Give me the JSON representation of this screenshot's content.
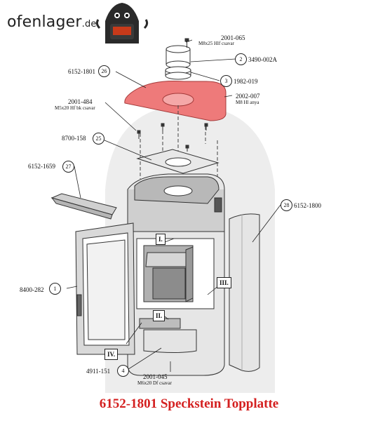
{
  "brand": {
    "name": "ofenlager",
    "domain": ".de"
  },
  "caption": "6152-1801 Speckstein Topplatte",
  "accent_color": "#ee7a7a",
  "parts": {
    "p2001_065": {
      "code": "2001-065",
      "desc": "M8x25 Hlf csavar"
    },
    "p3490": {
      "num": "2",
      "code": "3490-002A"
    },
    "p1982": {
      "num": "3",
      "code": "1982-019"
    },
    "p6152_1801": {
      "num": "26",
      "code": "6152-1801"
    },
    "p2002": {
      "code": "2002-007",
      "desc": "M8 Hl anya"
    },
    "p2001_484": {
      "code": "2001-484",
      "desc": "M5x20 Hf bk csavar"
    },
    "p8700": {
      "num": "25",
      "code": "8700-158"
    },
    "p6152_1659": {
      "num": "27",
      "code": "6152-1659"
    },
    "p6152_1800": {
      "num": "28",
      "code": "6152-1800"
    },
    "p8400": {
      "num": "1",
      "code": "8400-282"
    },
    "p4911": {
      "num": "4",
      "code": "4911-151"
    },
    "p2001_045": {
      "code": "2001-045",
      "desc": "M6x20 Df csavar"
    }
  },
  "roman": {
    "i": "I.",
    "ii": "II.",
    "iii": "III.",
    "iv": "IV."
  }
}
